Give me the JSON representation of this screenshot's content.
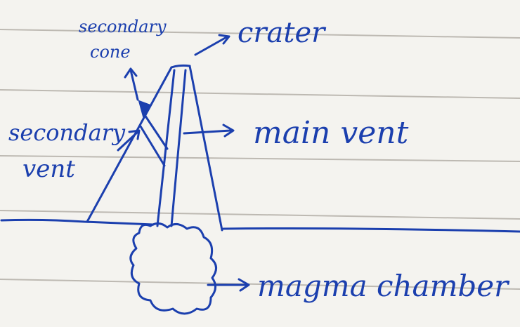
{
  "diagram": {
    "labels": {
      "secondary_cone_line1": "secondary",
      "secondary_cone_line2": "cone",
      "crater": "crater",
      "secondary_vent_line1": "secondary",
      "secondary_vent_line2": "vent",
      "main_vent": "main vent",
      "magma_chamber": "magma chamber"
    },
    "colors": {
      "ink": "#1b3fae",
      "paper": "#f4f3ef",
      "ruled_line": "#bdb9b2"
    }
  }
}
